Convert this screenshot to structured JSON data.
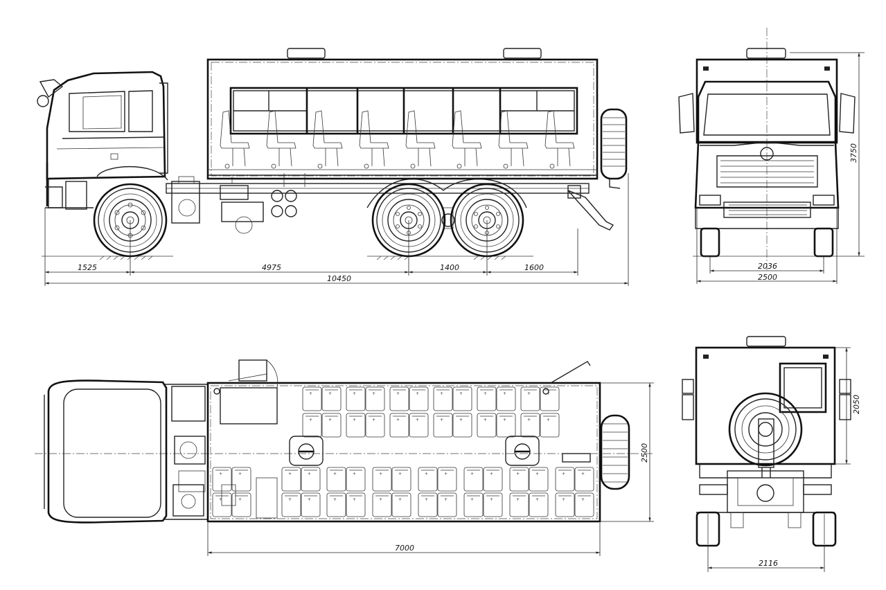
{
  "dimensions": {
    "side_view": {
      "front_overhang": "1525",
      "wheelbase": "4975",
      "axle_spacing": "1400",
      "rear_overhang": "1600",
      "overall_length": "10450"
    },
    "front_view": {
      "height": "3750",
      "track": "2036",
      "width": "2500"
    },
    "top_view": {
      "body_length": "7000",
      "body_width": "2500"
    },
    "rear_view": {
      "body_height": "2050",
      "track": "2116"
    }
  }
}
